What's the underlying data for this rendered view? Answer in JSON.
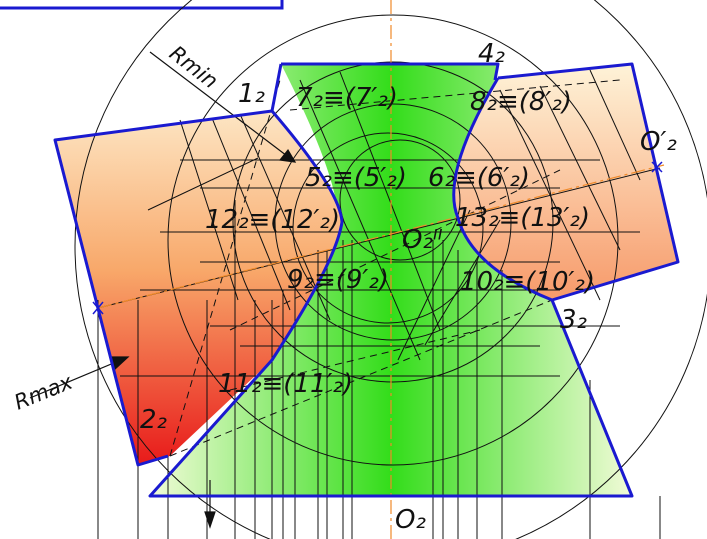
{
  "colors": {
    "outline": "#1a1ad0",
    "left_body_top": "#fde6c4",
    "left_body_bottom": "#e81a1a",
    "right_body_light": "#fde7bd",
    "right_body_dark": "#f79a6a",
    "cone_green_dark": "#33dd1a",
    "cone_green_light": "#f2fbd8",
    "axis": "#f08a2a"
  },
  "labels": {
    "rmin": "Rmin",
    "rmax": "Rmax",
    "p1": "1₂",
    "p2": "2₂",
    "p3": "3₂",
    "p4": "4₂",
    "p5": "5₂≡(5′₂)",
    "p6": "6₂≡(6′₂)",
    "p7": "7₂≡(7′₂)",
    "p8": "8₂≡(8′₂)",
    "p9": "9₂≡(9′₂)",
    "p10": "10₂≡(10′₂)",
    "p11": "11₂≡(11′₂)",
    "p12": "12₂≡(12′₂)",
    "p13": "13₂≡(13′₂)",
    "o_prime": "O′₂",
    "o_mid": "O₂ᴵᴵ",
    "o_bottom": "O₂"
  }
}
